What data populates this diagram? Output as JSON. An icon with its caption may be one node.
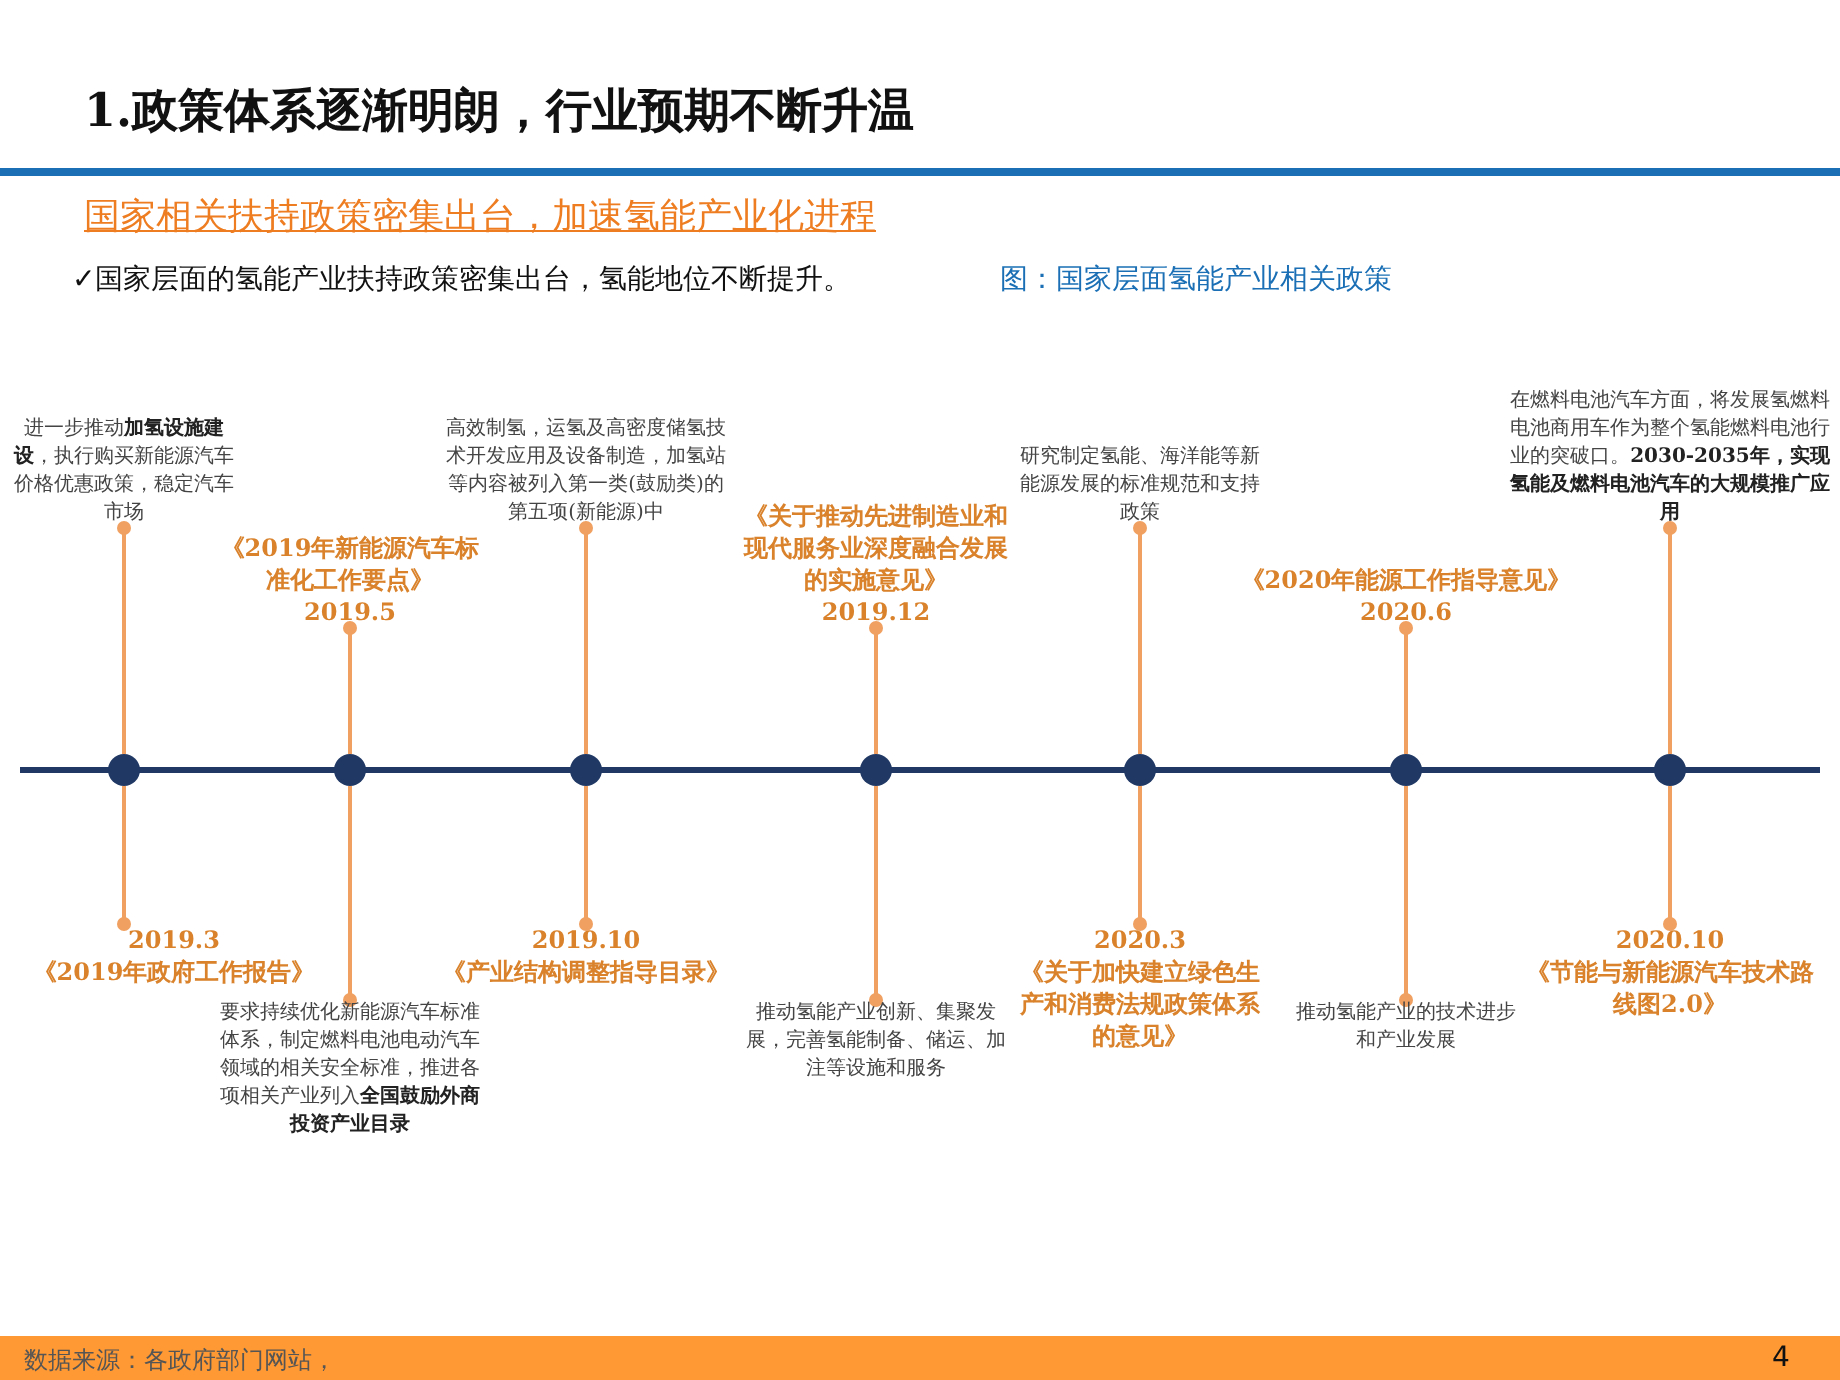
{
  "diagram": {
    "title": "1.政策体系逐渐明朗，行业预期不断升温",
    "nodes": [
      {
        "text": [],
        "shape": "circle"
      },
      {
        "text": [
          "2019.3",
          "《2019年政府工作报告》"
        ]
      },
      {
        "text": [
          "进一步推动**加氢设施建设**，执行购买新能源汽车价格优惠政策，稳定汽车市场"
        ]
      },
      {
        "text": [],
        "shape": "circle"
      },
      {
        "text": [
          "《2019年新能源汽车标准化工作要点》",
          "2019.5"
        ]
      },
      {
        "text": [
          "要求持续优化新能源汽车标准体系，制定燃料电池电动汽车领域的相关安全标准，推进各项相关产业列入**全国鼓励外商投资产业目录**"
        ]
      },
      {
        "text": [],
        "shape": "circle"
      },
      {
        "text": [
          "2019.10",
          "《产业结构调整指导目录》"
        ]
      },
      {
        "text": [
          "高效制氢，运氢及高密度储氢技术开发应用及设备制造，加氢站等内容被列入第一类(鼓励类)的第五项(新能源)中"
        ]
      },
      {
        "text": [],
        "shape": "circle"
      },
      {
        "text": [
          "《关于推动先进制造业和现代服务业深度融合发展的实施意见》",
          "2019.12"
        ]
      },
      {
        "text": [
          "推动氢能产业创新、集聚发展，完善氢能制备、储运、加注等设施和服务"
        ]
      },
      {
        "text": [],
        "shape": "circle"
      },
      {
        "text": [
          "2020.3",
          "《关于加快建立绿色生产和消费法规政策体系的意见》"
        ]
      },
      {
        "text": [
          "研究制定氢能、海洋能等新能源发展的标准规范和支持政策"
        ]
      },
      {
        "text": [],
        "shape": "circle"
      },
      {
        "text": [
          "《2020年能源工作指导意见》",
          "2020.6"
        ]
      },
      {
        "text": [
          "推动氢能产业的技术进步和产业发展"
        ]
      },
      {
        "text": [],
        "shape": "circle"
      },
      {
        "text": [
          "2020.10",
          "《节能与新能源汽车技术路线图2.0》"
        ]
      },
      {
        "text": [
          "在燃料电池汽车方面，将发展氢燃料电池商用车作为整个氢能燃料电池行业的突破口。**2030-2035年，实现氢能及燃料电池汽车的大规模推广应用**"
        ]
      }
    ],
    "edges": [
      {
        "from": 0,
        "to": 1,
        "arrow": "other"
      },
      {
        "from": 0,
        "to": 2,
        "arrow": "other"
      },
      {
        "from": 3,
        "to": 4,
        "arrow": "other"
      },
      {
        "from": 3,
        "to": 5,
        "arrow": "other"
      },
      {
        "from": 6,
        "to": 7,
        "arrow": "other"
      },
      {
        "from": 6,
        "to": 8,
        "arrow": "other"
      },
      {
        "from": 9,
        "to": 10,
        "arrow": "other"
      },
      {
        "from": 9,
        "to": 11,
        "arrow": "other"
      },
      {
        "from": 12,
        "to": 13,
        "arrow": "other"
      },
      {
        "from": 12,
        "to": 14,
        "arrow": "other"
      },
      {
        "from": 15,
        "to": 16,
        "arrow": "other"
      },
      {
        "from": 15,
        "to": 17,
        "arrow": "other"
      },
      {
        "from": 18,
        "to": 19,
        "arrow": "other"
      },
      {
        "from": 18,
        "to": 20,
        "arrow": "other"
      }
    ],
    "labels": [
      "国家相关扶持政策密集出台，加速氢能产业化进程",
      "✓国家层面的氢能产业扶持政策密集出台，氢能地位不断提升。",
      "图：国家层面氢能产业相关政策",
      "数据来源：各政府部门网站，",
      "4"
    ]
  }
}
